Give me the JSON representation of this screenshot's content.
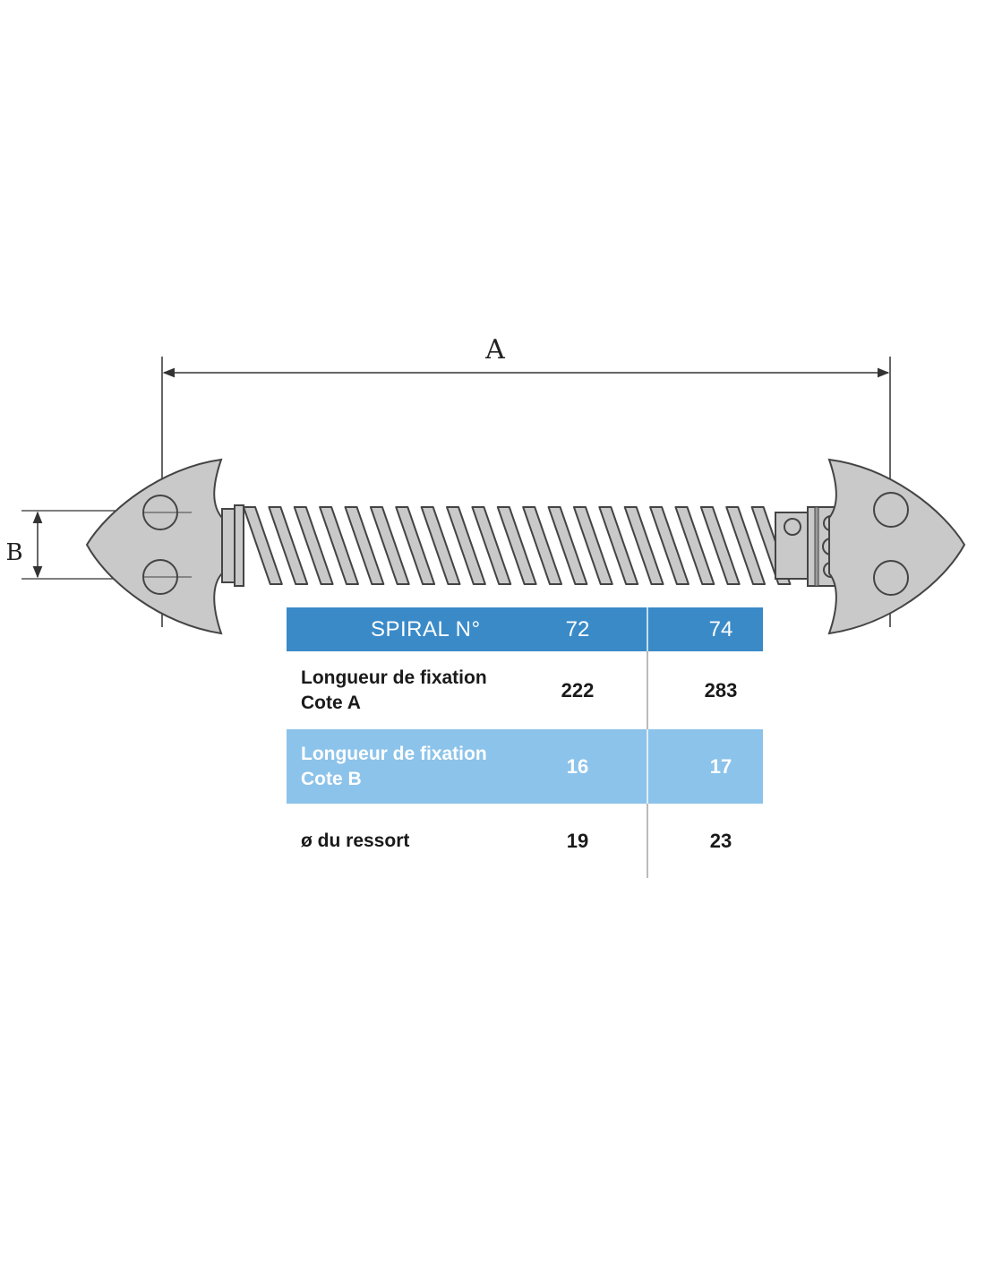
{
  "dimensions": {
    "a_label": "A",
    "b_label": "B"
  },
  "table": {
    "header": {
      "label": "SPIRAL N°",
      "col1": "72",
      "col2": "74"
    },
    "rows": [
      {
        "line1": "Longueur de fixation",
        "line2": "Cote A",
        "col1": "222",
        "col2": "283"
      },
      {
        "line1": "Longueur de fixation",
        "line2": "Cote B",
        "col1": "16",
        "col2": "17"
      },
      {
        "line1": "ø du ressort",
        "line2": "",
        "col1": "19",
        "col2": "23"
      }
    ]
  },
  "colors": {
    "header_blue": "#3a8ac8",
    "light_blue": "#8cc3ea",
    "metal_gray": "#c9c9c9",
    "outline": "#333333"
  }
}
